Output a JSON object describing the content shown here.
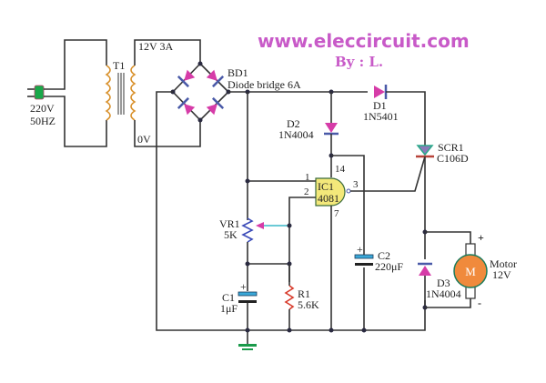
{
  "header": {
    "website": "www.eleccircuit.com",
    "author": "By : L."
  },
  "input": {
    "voltage": "220V",
    "frequency": "50HZ"
  },
  "transformer": {
    "ref": "T1",
    "secondary_top": "12V  3A",
    "secondary_bottom": "0V"
  },
  "bridge": {
    "ref": "BD1",
    "desc": "Diode bridge 6A"
  },
  "diodes": {
    "d1": {
      "ref": "D1",
      "part": "1N5401"
    },
    "d2": {
      "ref": "D2",
      "part": "1N4004"
    },
    "d3": {
      "ref": "D3",
      "part": "1N4004"
    }
  },
  "scr": {
    "ref": "SCR1",
    "part": "C106D"
  },
  "ic": {
    "ref": "IC1",
    "part": "4081",
    "pin1": "1",
    "pin2": "2",
    "pin3": "3",
    "pin14": "14",
    "pin7": "7"
  },
  "vr1": {
    "ref": "VR1",
    "value": "5K"
  },
  "c1": {
    "ref": "C1",
    "value": "1μF",
    "plus": "+"
  },
  "c2": {
    "ref": "C2",
    "value": "220μF",
    "plus": "+"
  },
  "r1": {
    "ref": "R1",
    "value": "5.6K"
  },
  "motor": {
    "symbol": "M",
    "label": "Motor",
    "voltage": "12V",
    "plus": "+",
    "minus": "-"
  },
  "colors": {
    "diode_fill": "#d63ca8",
    "diode_bar": "#4a5aa8",
    "scr_fill": "#8a7ab8",
    "scr_edge": "#2aa88a",
    "scr_bar": "#b8443a",
    "ic_fill": "#f3e87a",
    "motor_fill": "#f08a3c",
    "coil": "#d8902a",
    "plug": "#1aa84a",
    "ground": "#1a9a4a",
    "cap_plate": "#3aa8d8",
    "resistor": "#d83a2a",
    "pot": "#3a4ab8"
  }
}
